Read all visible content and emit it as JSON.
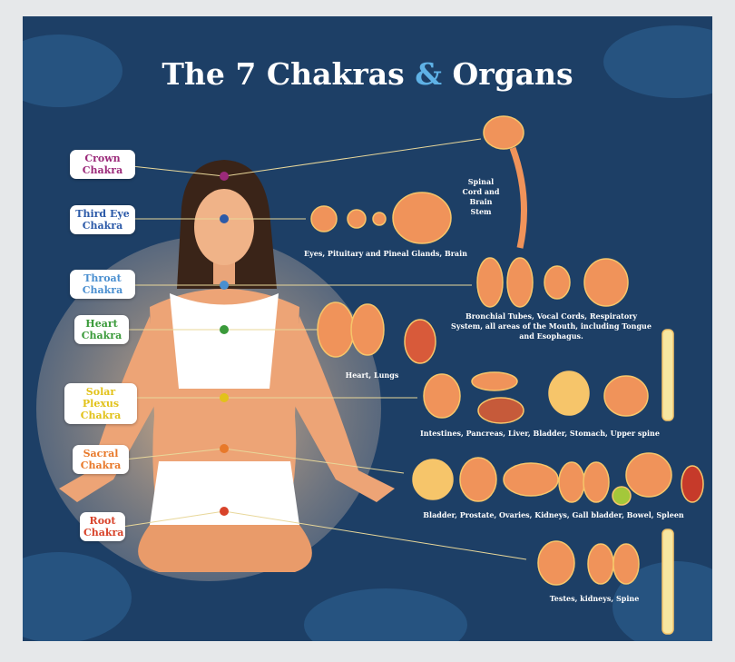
{
  "title": {
    "main": "The 7 Chakras ",
    "amp": "&",
    "rest": " Organs"
  },
  "chakras": [
    {
      "name": "Crown",
      "suffix": "Chakra",
      "color": "#9b2a7a"
    },
    {
      "name": "Third Eye",
      "suffix": "Chakra",
      "color": "#2c5aa8"
    },
    {
      "name": "Throat",
      "suffix": "Chakra",
      "color": "#4a8fd0"
    },
    {
      "name": "Heart",
      "suffix": "Chakra",
      "color": "#3a9a3a"
    },
    {
      "name": "Solar Plexus",
      "suffix": "Chakra",
      "color": "#e2c21a"
    },
    {
      "name": "Sacral",
      "suffix": "Chakra",
      "color": "#e8792a"
    },
    {
      "name": "Root",
      "suffix": "Chakra",
      "color": "#d8432a"
    }
  ],
  "organs": {
    "crown": "Spinal Cord and Brain Stem",
    "third_eye": "Eyes, Pituitary and Pineal Glands, Brain",
    "throat": "Bronchial Tubes, Vocal Cords, Respiratory System, all areas of the Mouth, including Tongue and Esophagus.",
    "heart": "Heart, Lungs",
    "solar_plexus": "Intestines, Pancreas, Liver, Bladder, Stomach, Upper spine",
    "sacral": "Bladder, Prostate, Ovaries, Kidneys, Gall bladder, Bowel, Spleen",
    "root": "Testes, kidneys, Spine"
  },
  "colors": {
    "background": "#1d3f66",
    "accent": "#5fb2e6",
    "organ": "#f0935a",
    "line": "#e8d79a"
  }
}
